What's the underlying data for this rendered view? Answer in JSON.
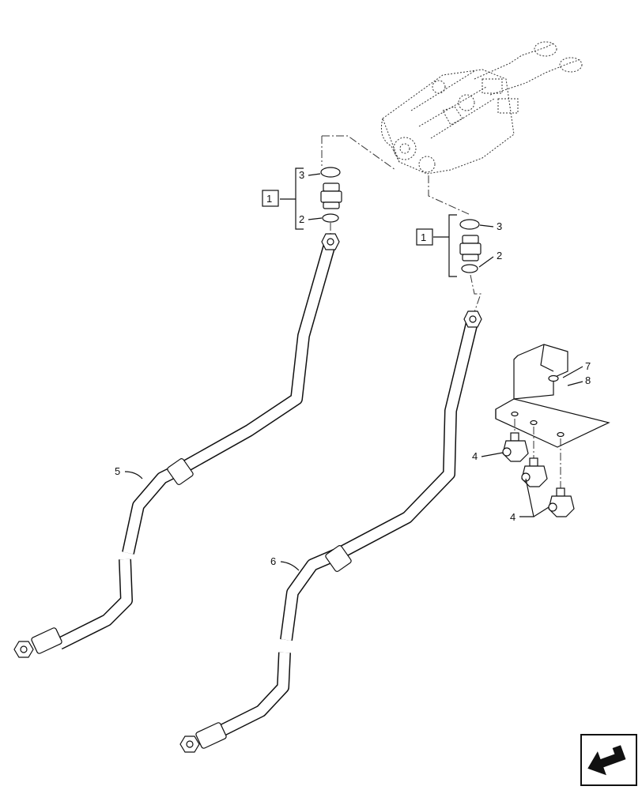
{
  "callouts": {
    "group_left": "1",
    "group_right": "1",
    "oring_left": "3",
    "seal_left": "2",
    "oring_right": "3",
    "seal_right": "2",
    "clip_upper": "4",
    "clip_lower": "4",
    "hose_left": "5",
    "hose_right": "6",
    "bolt": "7",
    "bracket": "8"
  },
  "icons": {
    "nav_corner": "arrow-return-icon"
  }
}
